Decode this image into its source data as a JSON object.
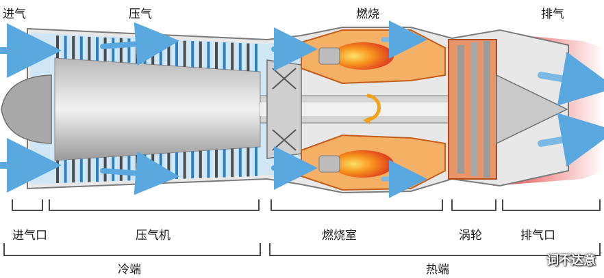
{
  "stages_top": {
    "intake": "进气",
    "compression": "压气",
    "combustion": "燃烧",
    "exhaust": "排气"
  },
  "sections": {
    "inlet": "进气口",
    "compressor": "压气机",
    "combustor": "燃烧室",
    "turbine": "涡轮",
    "nozzle": "排气口"
  },
  "zones": {
    "cold": "冷端",
    "hot": "热端"
  },
  "watermark": "词不达意",
  "colors": {
    "cold_air": "#5aa8e0",
    "hot_exhaust": "#e53935",
    "flame": "#f7941d",
    "casing": "#9e9e9e"
  }
}
